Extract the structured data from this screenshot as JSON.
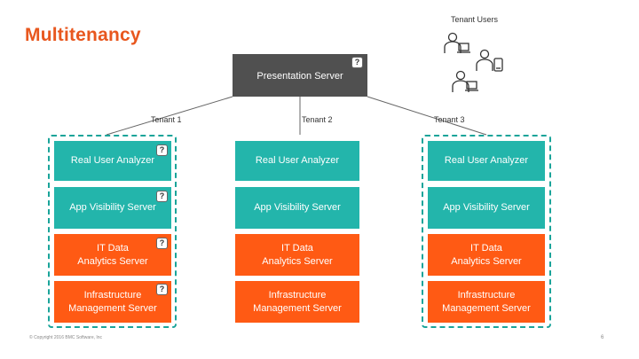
{
  "title": "Multitenancy",
  "tenant_users_label": "Tenant Users",
  "presentation_server": "Presentation Server",
  "help_glyph": "?",
  "tenants": [
    {
      "label": "Tenant 1",
      "rows": [
        "Real User Analyzer",
        "App Visibility Server",
        "IT Data\nAnalytics Server",
        "Infrastructure\nManagement Server"
      ]
    },
    {
      "label": "Tenant 2",
      "rows": [
        "Real User Analyzer",
        "App Visibility Server",
        "IT Data\nAnalytics Server",
        "Infrastructure\nManagement Server"
      ]
    },
    {
      "label": "Tenant 3",
      "rows": [
        "Real User Analyzer",
        "App Visibility Server",
        "IT Data\nAnalytics Server",
        "Infrastructure\nManagement Server"
      ]
    }
  ],
  "colors": {
    "title": "#e8571e",
    "teal": "#23b5ab",
    "orange": "#ff5a14",
    "server": "#505050",
    "dashed": "#1aa49a"
  },
  "footer": "© Copyright 2016 BMC Software, Inc",
  "page_number": "6"
}
